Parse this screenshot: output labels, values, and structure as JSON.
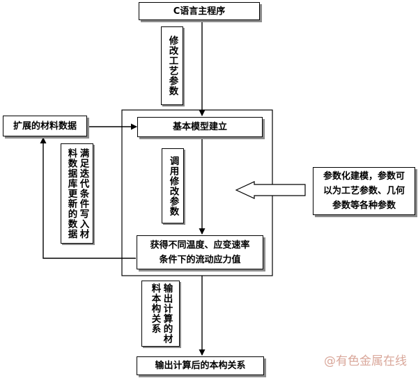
{
  "nodes": {
    "main_program": "C语言主程序",
    "build_model": "基本模型建立",
    "get_values": "获得不同温度、应变速率\n条件下的流动应力值",
    "output": "输出计算后的本构关系",
    "expand_data": "扩展的材料数据",
    "parametric": "参数化建模，参数可\n以为工艺参数、几何\n参数等各种参数"
  },
  "labels": {
    "modify_process": "修改工艺参数",
    "call_modified": "调用修改参数",
    "write_data": "满足迭代条件写入材\n料数据库更新的数据",
    "output_material": "输出计算的材\n料本构关系"
  },
  "watermark": "@有色金属在线",
  "colors": {
    "stroke": "#000000",
    "shadow": "#8c8c8c",
    "watermark": "#d9a79a"
  }
}
